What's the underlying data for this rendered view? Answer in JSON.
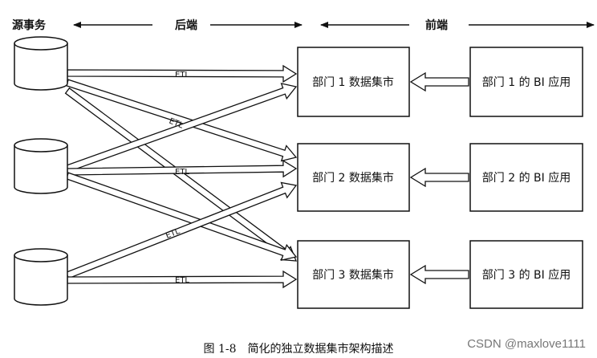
{
  "headers": {
    "source": "源事务",
    "backend": "后端",
    "frontend": "前端"
  },
  "marts": [
    {
      "label": "部门 1 数据集市"
    },
    {
      "label": "部门 2 数据集市"
    },
    {
      "label": "部门 3 数据集市"
    }
  ],
  "bi_apps": [
    {
      "label": "部门 1 的 BI 应用"
    },
    {
      "label": "部门 2 的 BI 应用"
    },
    {
      "label": "部门 3 的 BI 应用"
    }
  ],
  "etl_label": "ETL",
  "caption": "图 1-8　简化的独立数据集市架构描述",
  "watermark": "CSDN @maxlove1111"
}
